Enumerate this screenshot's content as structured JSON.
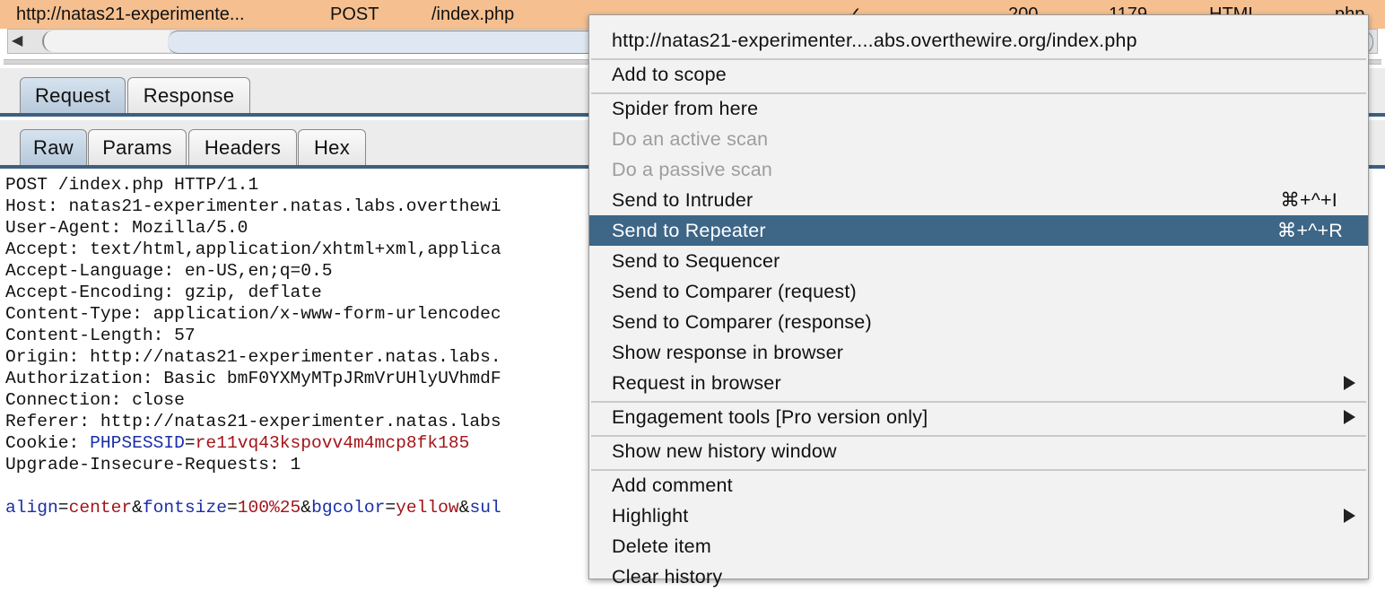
{
  "history_row": {
    "url": "http://natas21-experimente...",
    "method": "POST",
    "path": "/index.php",
    "edited": "✓",
    "status": "200",
    "length": "1179",
    "mime": "HTML",
    "extension": "php"
  },
  "colors": {
    "history_highlight": "#f6bf8f",
    "menu_selected": "#3d6687",
    "param_key": "#1a2ea8",
    "param_value": "#a3141a"
  },
  "main_tabs": [
    {
      "label": "Request",
      "active": true
    },
    {
      "label": "Response",
      "active": false
    }
  ],
  "sub_tabs": [
    {
      "label": "Raw",
      "active": true
    },
    {
      "label": "Params",
      "active": false
    },
    {
      "label": "Headers",
      "active": false
    },
    {
      "label": "Hex",
      "active": false
    }
  ],
  "request": {
    "lines": [
      "POST /index.php HTTP/1.1",
      "Host: natas21-experimenter.natas.labs.overthewi",
      "User-Agent: Mozilla/5.0",
      "Accept: text/html,application/xhtml+xml,applica",
      "Accept-Language: en-US,en;q=0.5",
      "Accept-Encoding: gzip, deflate",
      "Content-Type: application/x-www-form-urlencodec",
      "Content-Length: 57",
      "Origin: http://natas21-experimenter.natas.labs.",
      "Authorization: Basic bmF0YXMyMTpJRmVrUHlyUVhmdF",
      "Connection: close",
      "Referer: http://natas21-experimenter.natas.labs"
    ],
    "cookie_label": "Cookie: ",
    "cookie_name": "PHPSESSID",
    "cookie_value": "re11vq43kspovv4m4mcp8fk185",
    "upgrade_line": "Upgrade-Insecure-Requests: 1",
    "body": {
      "k1": "align",
      "v1": "center",
      "k2": "fontsize",
      "v2": "100%25",
      "k3": "bgcolor",
      "v3": "yellow",
      "k4": "sul"
    }
  },
  "context_menu": {
    "items": [
      {
        "label": "http://natas21-experimenter....abs.overthewire.org/index.php",
        "type": "header"
      },
      {
        "label": "Add to scope"
      },
      {
        "label": "Spider from here"
      },
      {
        "label": "Do an active scan",
        "disabled": true
      },
      {
        "label": "Do a passive scan",
        "disabled": true
      },
      {
        "label": "Send to Intruder",
        "shortcut": "⌘+^+I"
      },
      {
        "label": "Send to Repeater",
        "shortcut": "⌘+^+R",
        "selected": true
      },
      {
        "label": "Send to Sequencer"
      },
      {
        "label": "Send to Comparer (request)"
      },
      {
        "label": "Send to Comparer (response)"
      },
      {
        "label": "Show response in browser"
      },
      {
        "label": "Request in browser",
        "submenu": true
      },
      {
        "label": "Engagement tools [Pro version only]",
        "submenu": true
      },
      {
        "label": "Show new history window"
      },
      {
        "label": "Add comment"
      },
      {
        "label": "Highlight",
        "submenu": true
      },
      {
        "label": "Delete item"
      },
      {
        "label": "Clear history"
      }
    ]
  }
}
